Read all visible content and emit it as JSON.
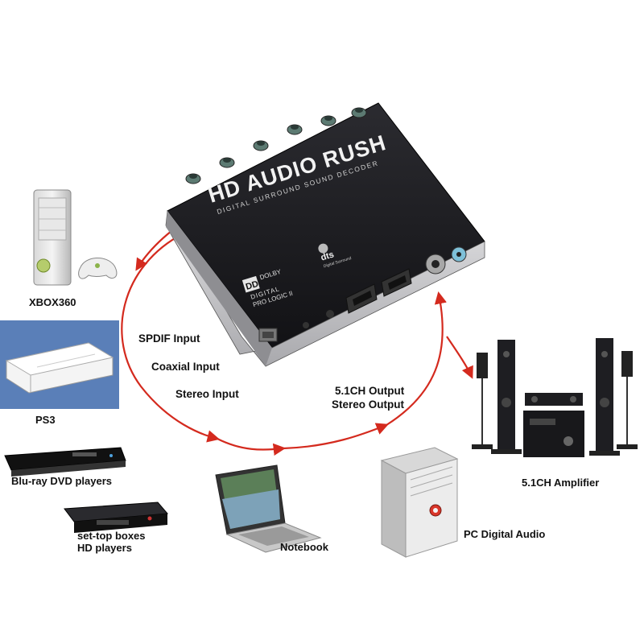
{
  "device": {
    "brand": "HD AUDIO RUSH",
    "subtitle": "DIGITAL SURROUND SOUND DECODER",
    "dolby_badge_lines": [
      "DOLBY",
      "DIGITAL",
      "PRO LOGIC II"
    ],
    "dts_badge": "dts",
    "dts_sub": "Digital Surround"
  },
  "inputs": {
    "spdif": "SPDIF Input",
    "coaxial": "Coaxial Input",
    "stereo": "Stereo Input"
  },
  "outputs": {
    "line1": "5.1CH Output",
    "line2": "Stereo Output"
  },
  "sources": {
    "xbox": "XBOX360",
    "ps3": "PS3",
    "bluray": "Blu-ray DVD players",
    "settop_line1": "set-top boxes",
    "settop_line2": "HD players",
    "notebook": "Notebook"
  },
  "sinks": {
    "pc": "PC Digital Audio",
    "amp": "5.1CH  Amplifier"
  },
  "colors": {
    "arrow": "#d42a1e",
    "device_body": "#1b1b1f",
    "device_face": "#c9c9cb",
    "label": "#111111"
  }
}
